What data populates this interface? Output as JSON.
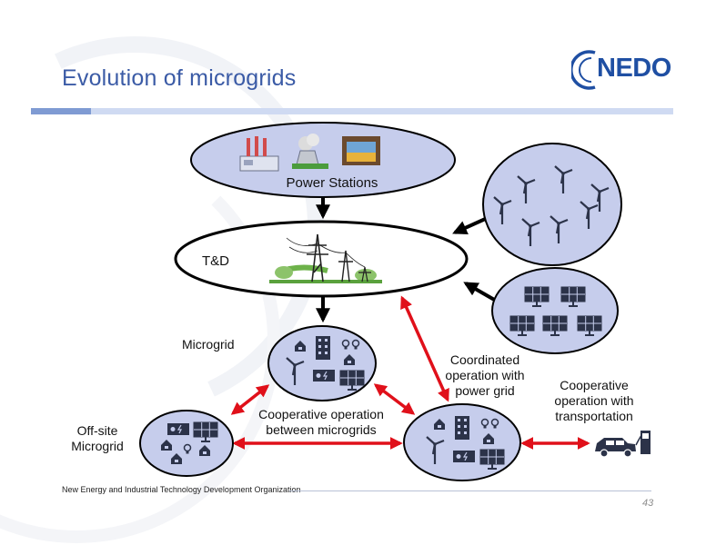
{
  "slide": {
    "title": "Evolution of microgrids",
    "logo_text": "NEDO",
    "footer": "New Energy and Industrial Technology Development Organization",
    "page_number": "43"
  },
  "diagram": {
    "power_stations_label": "Power Stations",
    "td_label": "T&D",
    "microgrid_label": "Microgrid",
    "offsite_microgrid_label": [
      "Off-site",
      "Microgrid"
    ],
    "coop_microgrids_label": [
      "Cooperative operation",
      "between microgrids"
    ],
    "coordinated_label": [
      "Coordinated",
      "operation with",
      "power grid"
    ],
    "coop_transport_label": [
      "Cooperative",
      "operation with",
      "transportation"
    ]
  },
  "colors": {
    "node_fill": "#c6cdec",
    "node_stroke": "#000000",
    "arrow_black": "#000000",
    "arrow_red": "#e0101a",
    "icon_dark": "#2c3349",
    "title": "#3b5ba6"
  }
}
